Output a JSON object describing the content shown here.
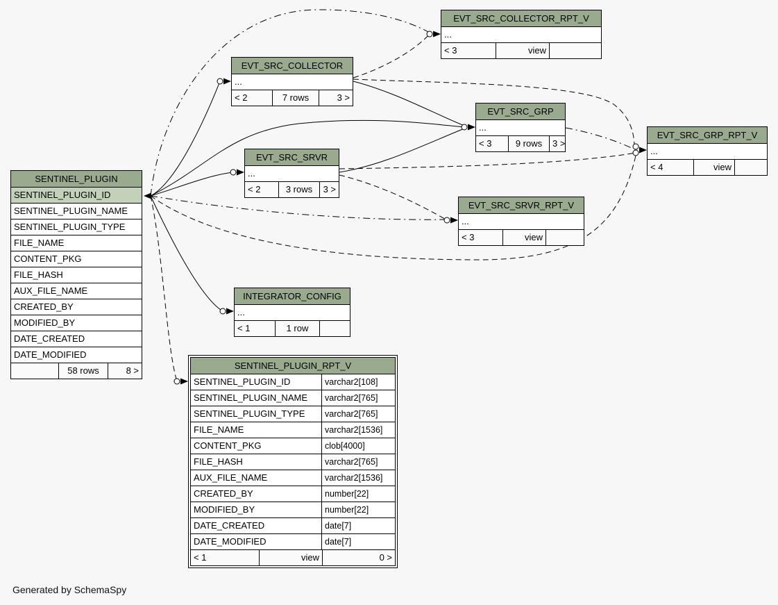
{
  "page": {
    "generated_by": "Generated by SchemaSpy",
    "background": "#f7f7f7"
  },
  "colors": {
    "table_header_bg": "#9aaa8f",
    "primary_key_bg": "#c3d1ba",
    "row_bg": "#ffffff",
    "border": "#000000"
  },
  "tables": {
    "sentinel_plugin": {
      "title": "SENTINEL_PLUGIN",
      "primary_key": "SENTINEL_PLUGIN_ID",
      "columns": [
        "SENTINEL_PLUGIN_NAME",
        "SENTINEL_PLUGIN_TYPE",
        "FILE_NAME",
        "CONTENT_PKG",
        "FILE_HASH",
        "AUX_FILE_NAME",
        "CREATED_BY",
        "MODIFIED_BY",
        "DATE_CREATED",
        "DATE_MODIFIED"
      ],
      "footer": [
        "",
        "58 rows",
        "8 >"
      ]
    },
    "evt_src_collector_rpt_v": {
      "title": "EVT_SRC_COLLECTOR_RPT_V",
      "ellipsis": "...",
      "footer": [
        "< 3",
        "view",
        ""
      ]
    },
    "evt_src_collector": {
      "title": "EVT_SRC_COLLECTOR",
      "ellipsis": "...",
      "footer": [
        "< 2",
        "7 rows",
        "3 >"
      ]
    },
    "evt_src_grp": {
      "title": "EVT_SRC_GRP",
      "ellipsis": "...",
      "footer": [
        "< 3",
        "9 rows",
        "3 >"
      ]
    },
    "evt_src_grp_rpt_v": {
      "title": "EVT_SRC_GRP_RPT_V",
      "ellipsis": "...",
      "footer": [
        "< 4",
        "view",
        ""
      ]
    },
    "evt_src_srvr": {
      "title": "EVT_SRC_SRVR",
      "ellipsis": "...",
      "footer": [
        "< 2",
        "3 rows",
        "3 >"
      ]
    },
    "evt_src_srvr_rpt_v": {
      "title": "EVT_SRC_SRVR_RPT_V",
      "ellipsis": "...",
      "footer": [
        "< 3",
        "view",
        ""
      ]
    },
    "integrator_config": {
      "title": "INTEGRATOR_CONFIG",
      "ellipsis": "...",
      "footer": [
        "< 1",
        "1 row",
        ""
      ]
    },
    "sentinel_plugin_rpt_v": {
      "title": "SENTINEL_PLUGIN_RPT_V",
      "rows": [
        {
          "name": "SENTINEL_PLUGIN_ID",
          "type": "varchar2[108]"
        },
        {
          "name": "SENTINEL_PLUGIN_NAME",
          "type": "varchar2[765]"
        },
        {
          "name": "SENTINEL_PLUGIN_TYPE",
          "type": "varchar2[765]"
        },
        {
          "name": "FILE_NAME",
          "type": "varchar2[1536]"
        },
        {
          "name": "CONTENT_PKG",
          "type": "clob[4000]"
        },
        {
          "name": "FILE_HASH",
          "type": "varchar2[765]"
        },
        {
          "name": "AUX_FILE_NAME",
          "type": "varchar2[1536]"
        },
        {
          "name": "CREATED_BY",
          "type": "number[22]"
        },
        {
          "name": "MODIFIED_BY",
          "type": "number[22]"
        },
        {
          "name": "DATE_CREATED",
          "type": "date[7]"
        },
        {
          "name": "DATE_MODIFIED",
          "type": "date[7]"
        }
      ],
      "footer": [
        "< 1",
        "view",
        "0 >"
      ]
    }
  }
}
